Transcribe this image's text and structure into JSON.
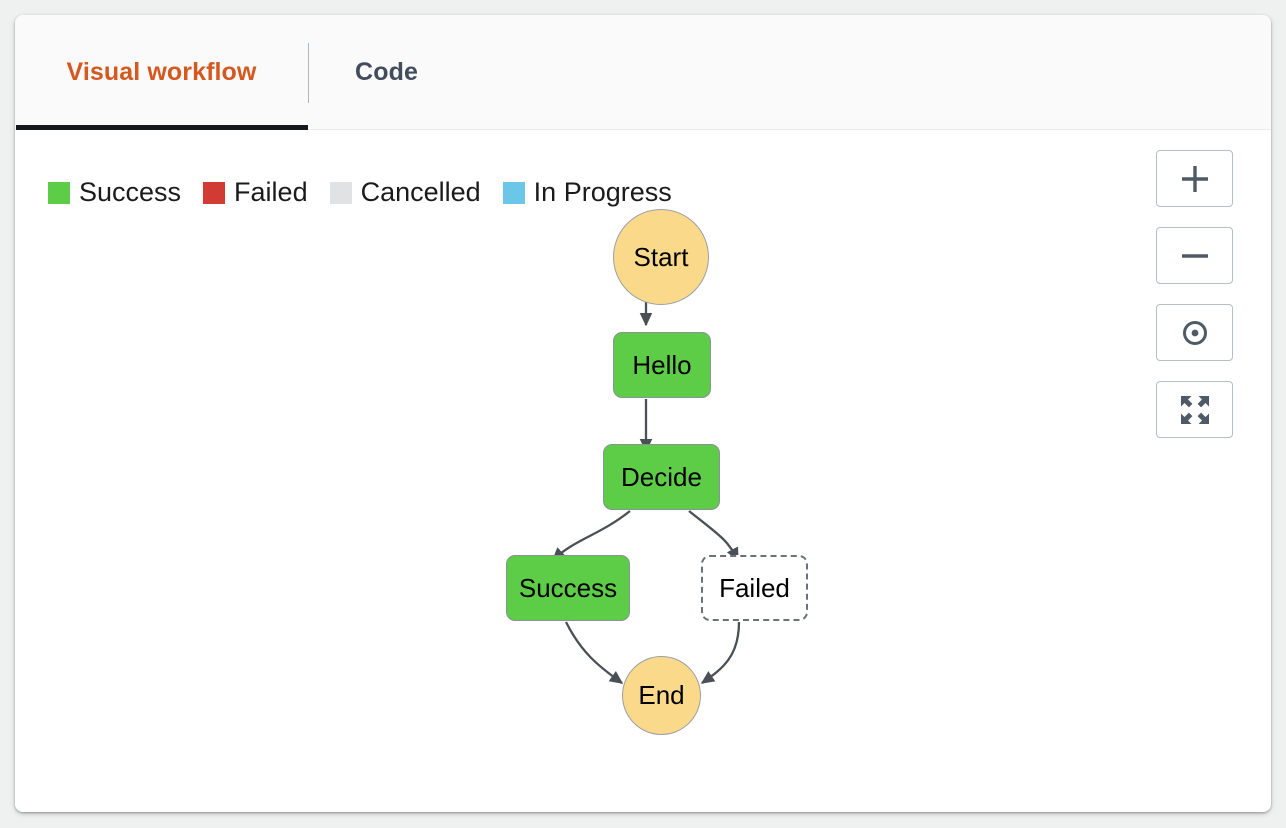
{
  "tabs": [
    {
      "label": "Visual workflow",
      "active": true
    },
    {
      "label": "Code",
      "active": false
    }
  ],
  "legend": {
    "items": [
      {
        "label": "Success",
        "color": "#5dcc46"
      },
      {
        "label": "Failed",
        "color": "#d13b33"
      },
      {
        "label": "Cancelled",
        "color": "#e0e2e3"
      },
      {
        "label": "In Progress",
        "color": "#6cc6e8"
      }
    ]
  },
  "workflow": {
    "nodes": [
      {
        "id": "start",
        "label": "Start",
        "shape": "circle",
        "status": "Success"
      },
      {
        "id": "hello",
        "label": "Hello",
        "shape": "box",
        "status": "Success"
      },
      {
        "id": "decide",
        "label": "Decide",
        "shape": "box",
        "status": "Success"
      },
      {
        "id": "success",
        "label": "Success",
        "shape": "box",
        "status": "Success"
      },
      {
        "id": "failed",
        "label": "Failed",
        "shape": "box",
        "status": "Not executed"
      },
      {
        "id": "end",
        "label": "End",
        "shape": "circle",
        "status": "Success"
      }
    ],
    "edges": [
      {
        "from": "start",
        "to": "hello"
      },
      {
        "from": "hello",
        "to": "decide"
      },
      {
        "from": "decide",
        "to": "success"
      },
      {
        "from": "decide",
        "to": "failed"
      },
      {
        "from": "success",
        "to": "end"
      },
      {
        "from": "failed",
        "to": "end"
      }
    ]
  },
  "controls": [
    {
      "name": "zoom-in",
      "glyph": "plus"
    },
    {
      "name": "zoom-out",
      "glyph": "minus"
    },
    {
      "name": "center",
      "glyph": "target"
    },
    {
      "name": "fit-to-screen",
      "glyph": "expand"
    }
  ],
  "colors": {
    "accent": "#d4581f",
    "tab_inactive": "#414d5c",
    "underline": "#16191f",
    "node_success": "#5dcc46",
    "node_terminal": "#fad98b",
    "edge": "#4a5055"
  }
}
